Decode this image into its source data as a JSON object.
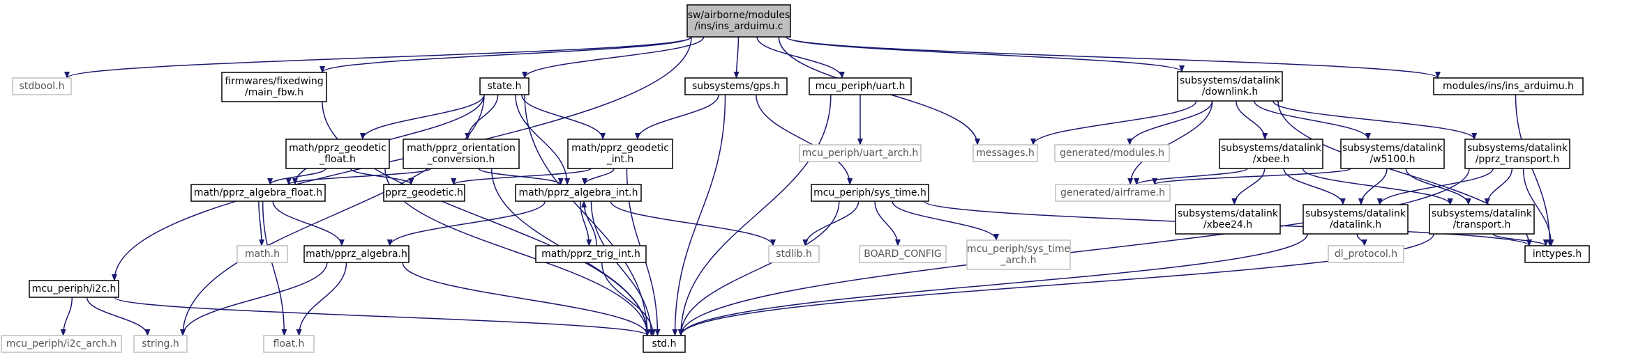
{
  "colors": {
    "edge": "#191970",
    "root_fill": "#bfbfbf",
    "root_border": "#000000",
    "node_fill": "#ffffff",
    "node_border": "#000000",
    "external_border": "#bfbfbf",
    "external_text": "#555555"
  },
  "nodes": [
    {
      "id": "root",
      "kind": "root",
      "lines": [
        "sw/airborne/modules",
        "/ins/ins_arduimu.c"
      ]
    },
    {
      "id": "stdbool",
      "kind": "external",
      "lines": [
        "stdbool.h"
      ]
    },
    {
      "id": "main_fbw",
      "kind": "file",
      "lines": [
        "firmwares/fixedwing",
        "/main_fbw.h"
      ]
    },
    {
      "id": "state",
      "kind": "file",
      "lines": [
        "state.h"
      ]
    },
    {
      "id": "gps",
      "kind": "file",
      "lines": [
        "subsystems/gps.h"
      ]
    },
    {
      "id": "uart",
      "kind": "file",
      "lines": [
        "mcu_periph/uart.h"
      ]
    },
    {
      "id": "messages",
      "kind": "external",
      "lines": [
        "messages.h"
      ]
    },
    {
      "id": "downlink",
      "kind": "file",
      "lines": [
        "subsystems/datalink",
        "/downlink.h"
      ]
    },
    {
      "id": "ins_arduimu_h",
      "kind": "file",
      "lines": [
        "modules/ins/ins_arduimu.h"
      ]
    },
    {
      "id": "geodetic_float",
      "kind": "file",
      "lines": [
        "math/pprz_geodetic",
        "_float.h"
      ]
    },
    {
      "id": "orientation",
      "kind": "file",
      "lines": [
        "math/pprz_orientation",
        "_conversion.h"
      ]
    },
    {
      "id": "geodetic_int",
      "kind": "file",
      "lines": [
        "math/pprz_geodetic",
        "_int.h"
      ]
    },
    {
      "id": "uart_arch",
      "kind": "external",
      "lines": [
        "mcu_periph/uart_arch.h"
      ]
    },
    {
      "id": "gen_modules",
      "kind": "external",
      "lines": [
        "generated/modules.h"
      ]
    },
    {
      "id": "xbee",
      "kind": "file",
      "lines": [
        "subsystems/datalink",
        "/xbee.h"
      ]
    },
    {
      "id": "w5100",
      "kind": "file",
      "lines": [
        "subsystems/datalink",
        "/w5100.h"
      ]
    },
    {
      "id": "pprz_transport",
      "kind": "file",
      "lines": [
        "subsystems/datalink",
        "/pprz_transport.h"
      ]
    },
    {
      "id": "algebra_float",
      "kind": "file",
      "lines": [
        "math/pprz_algebra_float.h"
      ]
    },
    {
      "id": "pprz_geodetic",
      "kind": "file",
      "lines": [
        "pprz_geodetic.h"
      ]
    },
    {
      "id": "algebra_int",
      "kind": "file",
      "lines": [
        "math/pprz_algebra_int.h"
      ]
    },
    {
      "id": "sys_time",
      "kind": "file",
      "lines": [
        "mcu_periph/sys_time.h"
      ]
    },
    {
      "id": "gen_airframe",
      "kind": "external",
      "lines": [
        "generated/airframe.h"
      ]
    },
    {
      "id": "xbee24",
      "kind": "file",
      "lines": [
        "subsystems/datalink",
        "/xbee24.h"
      ]
    },
    {
      "id": "datalink",
      "kind": "file",
      "lines": [
        "subsystems/datalink",
        "/datalink.h"
      ]
    },
    {
      "id": "transport",
      "kind": "file",
      "lines": [
        "subsystems/datalink",
        "/transport.h"
      ]
    },
    {
      "id": "math_h",
      "kind": "external",
      "lines": [
        "math.h"
      ]
    },
    {
      "id": "i2c",
      "kind": "file",
      "lines": [
        "mcu_periph/i2c.h"
      ]
    },
    {
      "id": "algebra",
      "kind": "file",
      "lines": [
        "math/pprz_algebra.h"
      ]
    },
    {
      "id": "trig_int",
      "kind": "file",
      "lines": [
        "math/pprz_trig_int.h"
      ]
    },
    {
      "id": "stdlib",
      "kind": "external",
      "lines": [
        "stdlib.h"
      ]
    },
    {
      "id": "board_config",
      "kind": "external",
      "lines": [
        "BOARD_CONFIG"
      ]
    },
    {
      "id": "sys_time_arch",
      "kind": "external",
      "lines": [
        "mcu_periph/sys_time",
        "_arch.h"
      ]
    },
    {
      "id": "dl_protocol",
      "kind": "external",
      "lines": [
        "dl_protocol.h"
      ]
    },
    {
      "id": "inttypes",
      "kind": "file",
      "lines": [
        "inttypes.h"
      ]
    },
    {
      "id": "i2c_arch",
      "kind": "external",
      "lines": [
        "mcu_periph/i2c_arch.h"
      ]
    },
    {
      "id": "string",
      "kind": "external",
      "lines": [
        "string.h"
      ]
    },
    {
      "id": "float_h",
      "kind": "external",
      "lines": [
        "float.h"
      ]
    },
    {
      "id": "std",
      "kind": "file",
      "lines": [
        "std.h"
      ]
    }
  ],
  "edges": [
    [
      "root",
      "stdbool"
    ],
    [
      "root",
      "main_fbw"
    ],
    [
      "root",
      "state"
    ],
    [
      "root",
      "gps"
    ],
    [
      "root",
      "uart"
    ],
    [
      "root",
      "messages"
    ],
    [
      "root",
      "downlink"
    ],
    [
      "root",
      "ins_arduimu_h"
    ],
    [
      "root",
      "i2c"
    ],
    [
      "main_fbw",
      "std"
    ],
    [
      "state",
      "geodetic_float"
    ],
    [
      "state",
      "orientation"
    ],
    [
      "state",
      "geodetic_int"
    ],
    [
      "state",
      "algebra_float"
    ],
    [
      "state",
      "algebra_int"
    ],
    [
      "state",
      "string"
    ],
    [
      "state",
      "std"
    ],
    [
      "gps",
      "geodetic_int"
    ],
    [
      "gps",
      "sys_time"
    ],
    [
      "gps",
      "std"
    ],
    [
      "uart",
      "uart_arch"
    ],
    [
      "uart",
      "std"
    ],
    [
      "downlink",
      "messages"
    ],
    [
      "downlink",
      "gen_modules"
    ],
    [
      "downlink",
      "gen_airframe"
    ],
    [
      "downlink",
      "xbee"
    ],
    [
      "downlink",
      "w5100"
    ],
    [
      "downlink",
      "pprz_transport"
    ],
    [
      "downlink",
      "inttypes"
    ],
    [
      "ins_arduimu_h",
      "inttypes"
    ],
    [
      "geodetic_float",
      "algebra_float"
    ],
    [
      "geodetic_float",
      "pprz_geodetic"
    ],
    [
      "geodetic_float",
      "std"
    ],
    [
      "orientation",
      "algebra_float"
    ],
    [
      "orientation",
      "algebra_int"
    ],
    [
      "orientation",
      "std"
    ],
    [
      "geodetic_int",
      "pprz_geodetic"
    ],
    [
      "geodetic_int",
      "algebra_int"
    ],
    [
      "geodetic_int",
      "std"
    ],
    [
      "xbee",
      "gen_airframe"
    ],
    [
      "xbee",
      "xbee24"
    ],
    [
      "xbee",
      "datalink"
    ],
    [
      "xbee",
      "transport"
    ],
    [
      "w5100",
      "gen_airframe"
    ],
    [
      "w5100",
      "datalink"
    ],
    [
      "w5100",
      "transport"
    ],
    [
      "pprz_transport",
      "datalink"
    ],
    [
      "pprz_transport",
      "transport"
    ],
    [
      "pprz_transport",
      "inttypes"
    ],
    [
      "pprz_transport",
      "std"
    ],
    [
      "algebra_float",
      "math_h"
    ],
    [
      "algebra_float",
      "algebra"
    ],
    [
      "algebra_float",
      "float_h"
    ],
    [
      "algebra_int",
      "algebra"
    ],
    [
      "algebra_int",
      "trig_int"
    ],
    [
      "algebra_int",
      "stdlib"
    ],
    [
      "algebra_int",
      "std"
    ],
    [
      "trig_int",
      "algebra_int"
    ],
    [
      "trig_int",
      "std"
    ],
    [
      "sys_time",
      "stdlib"
    ],
    [
      "sys_time",
      "board_config"
    ],
    [
      "sys_time",
      "sys_time_arch"
    ],
    [
      "sys_time",
      "inttypes"
    ],
    [
      "sys_time",
      "std"
    ],
    [
      "datalink",
      "dl_protocol"
    ],
    [
      "datalink",
      "std"
    ],
    [
      "transport",
      "inttypes"
    ],
    [
      "transport",
      "std"
    ],
    [
      "i2c",
      "i2c_arch"
    ],
    [
      "i2c",
      "string"
    ],
    [
      "i2c",
      "std"
    ],
    [
      "algebra",
      "string"
    ],
    [
      "algebra",
      "float_h"
    ],
    [
      "algebra",
      "std"
    ]
  ]
}
